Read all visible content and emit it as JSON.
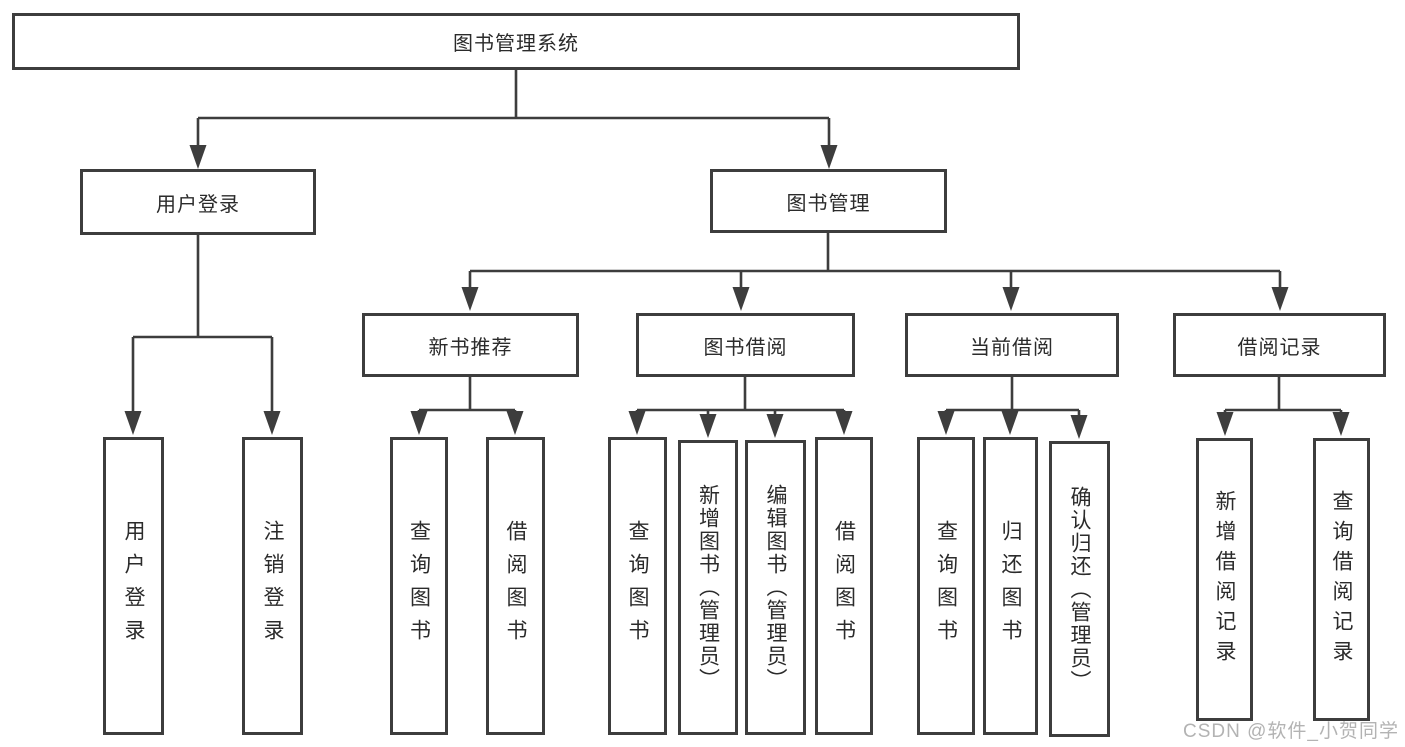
{
  "page": {
    "background": "#ffffff"
  },
  "colors": {
    "line": "#3d3d3d",
    "box_border": "#3d3d3d",
    "text": "#2b2b2b",
    "watermark": "#b3b3b3"
  },
  "watermark": {
    "text": "CSDN @软件_小贺同学"
  },
  "nodes": {
    "root": {
      "label": "图书管理系统"
    },
    "user_login": {
      "label": "用户登录"
    },
    "book_management": {
      "label": "图书管理"
    },
    "new_book_recommendation": {
      "label": "新书推荐"
    },
    "book_borrowing": {
      "label": "图书借阅"
    },
    "current_borrowing": {
      "label": "当前借阅"
    },
    "borrowing_records": {
      "label": "借阅记录"
    }
  },
  "children": {
    "user_login": [
      {
        "label": "用户登录"
      },
      {
        "label": "注销登录"
      }
    ],
    "new_book_recommendation": [
      {
        "label": "查询图书"
      },
      {
        "label": "借阅图书"
      }
    ],
    "book_borrowing": [
      {
        "label": "查询图书"
      },
      {
        "label": "新增图书（管理员）"
      },
      {
        "label": "编辑图书（管理员）"
      },
      {
        "label": "借阅图书"
      }
    ],
    "current_borrowing": [
      {
        "label": "查询图书"
      },
      {
        "label": "归还图书"
      },
      {
        "label": "确认归还（管理员）"
      }
    ],
    "borrowing_records": [
      {
        "label": "新增借阅记录"
      },
      {
        "label": "查询借阅记录"
      }
    ]
  },
  "structure": {
    "root_children": [
      "user_login",
      "book_management"
    ],
    "book_management_children": [
      "new_book_recommendation",
      "book_borrowing",
      "current_borrowing",
      "borrowing_records"
    ]
  }
}
